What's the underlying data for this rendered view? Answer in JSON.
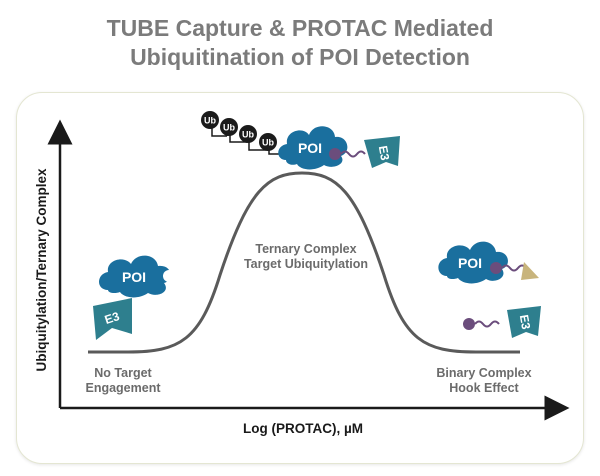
{
  "title": {
    "line1": "TUBE Capture & PROTAC Mediated",
    "line2": "Ubiquitination of POI Detection"
  },
  "axes": {
    "y_label": "Ubiquitylation/Ternary Complex",
    "x_label": "Log (PROTAC), µM"
  },
  "regions": {
    "left": {
      "line1": "No Target",
      "line2": "Engagement"
    },
    "center": {
      "line1": "Ternary Complex",
      "line2": "Target Ubiquitylation"
    },
    "right": {
      "line1": "Binary Complex",
      "line2": "Hook Effect"
    }
  },
  "icons": {
    "poi": "POI",
    "e3": "E3",
    "ub": "Ub"
  },
  "colors": {
    "title": "#7b7b7b",
    "poi_blue": "#1a6f9e",
    "e3_teal": "#2e7f8e",
    "linker_purple": "#6b4d7c",
    "ub_dark": "#1b1b1b",
    "curve": "#5a5a5a",
    "axis": "#1a1a1a",
    "ligand_tan": "#c8b47c"
  }
}
